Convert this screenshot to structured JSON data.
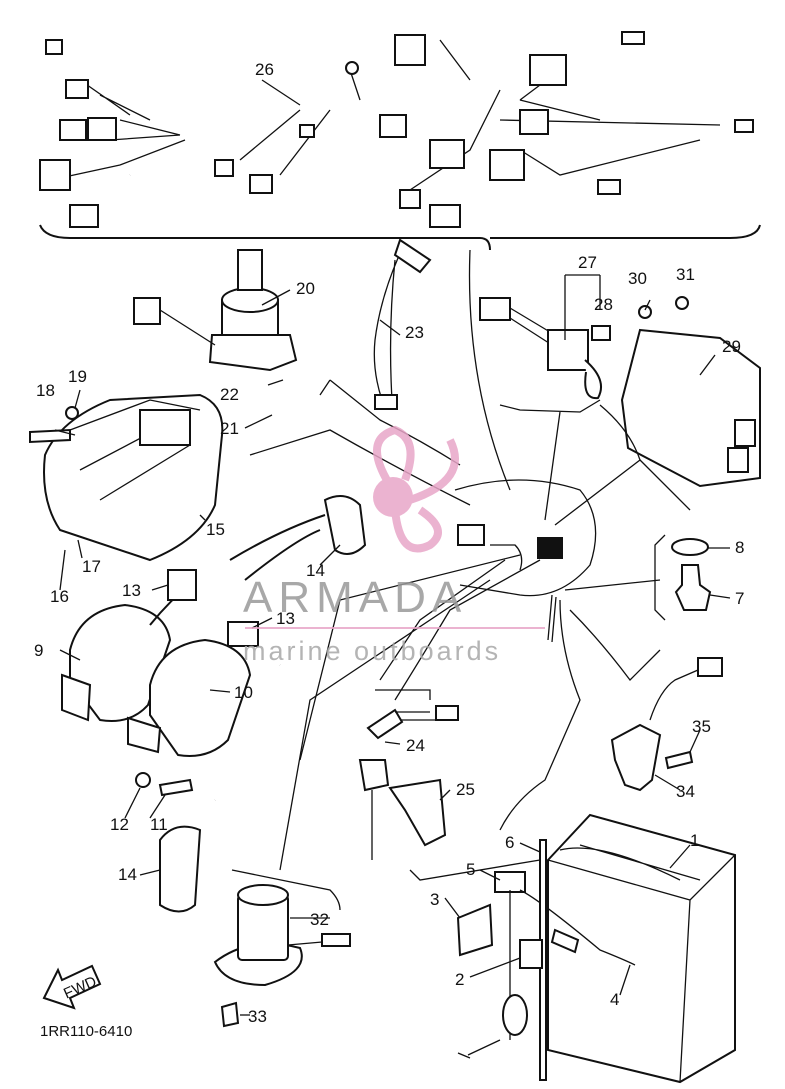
{
  "watermark": {
    "brand": "ARMADA",
    "tagline": "marine outboards",
    "accent_color": "#e8a6c8"
  },
  "diagram_code": "1RR110-6410",
  "fwd_arrow_label": "FWD",
  "callouts": [
    {
      "id": "c26",
      "text": "26"
    },
    {
      "id": "c20",
      "text": "20"
    },
    {
      "id": "c23",
      "text": "23"
    },
    {
      "id": "c27",
      "text": "27"
    },
    {
      "id": "c28",
      "text": "28"
    },
    {
      "id": "c30",
      "text": "30"
    },
    {
      "id": "c31",
      "text": "31"
    },
    {
      "id": "c29",
      "text": "29"
    },
    {
      "id": "c18",
      "text": "18"
    },
    {
      "id": "c19",
      "text": "19"
    },
    {
      "id": "c22",
      "text": "22"
    },
    {
      "id": "c21",
      "text": "21"
    },
    {
      "id": "c15",
      "text": "15"
    },
    {
      "id": "c16",
      "text": "16"
    },
    {
      "id": "c17",
      "text": "17"
    },
    {
      "id": "c14a",
      "text": "14"
    },
    {
      "id": "c13a",
      "text": "13"
    },
    {
      "id": "c13b",
      "text": "13"
    },
    {
      "id": "c9",
      "text": "9"
    },
    {
      "id": "c10",
      "text": "10"
    },
    {
      "id": "c8",
      "text": "8"
    },
    {
      "id": "c7",
      "text": "7"
    },
    {
      "id": "c24",
      "text": "24"
    },
    {
      "id": "c25",
      "text": "25"
    },
    {
      "id": "c35",
      "text": "35"
    },
    {
      "id": "c34",
      "text": "34"
    },
    {
      "id": "c12",
      "text": "12"
    },
    {
      "id": "c11",
      "text": "11"
    },
    {
      "id": "c14b",
      "text": "14"
    },
    {
      "id": "c6",
      "text": "6"
    },
    {
      "id": "c1",
      "text": "1"
    },
    {
      "id": "c5",
      "text": "5"
    },
    {
      "id": "c3",
      "text": "3"
    },
    {
      "id": "c32",
      "text": "32"
    },
    {
      "id": "c2",
      "text": "2"
    },
    {
      "id": "c4",
      "text": "4"
    },
    {
      "id": "c33",
      "text": "33"
    }
  ]
}
